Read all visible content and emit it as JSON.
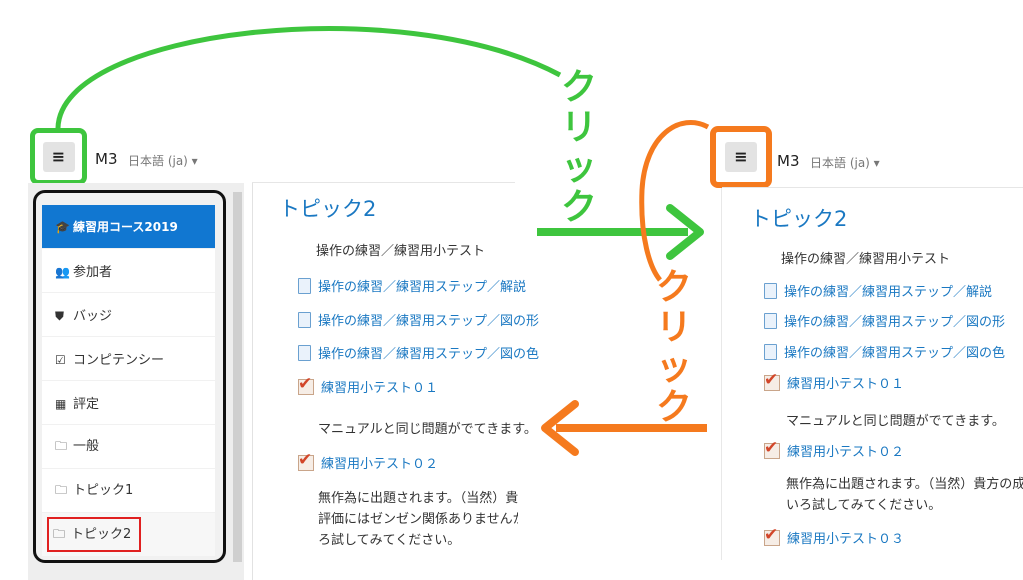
{
  "left": {
    "header": {
      "course_short": "M3",
      "language": "日本語 (ja) ▾"
    },
    "nav": [
      {
        "icon": "graduation-cap-icon",
        "glyph": "🎓",
        "label": "練習用コース2019",
        "active": true
      },
      {
        "icon": "users-icon",
        "glyph": "👥",
        "label": "参加者"
      },
      {
        "icon": "shield-icon",
        "glyph": "⛊",
        "label": "バッジ"
      },
      {
        "icon": "checkbox-icon",
        "glyph": "☑",
        "label": "コンピテンシー"
      },
      {
        "icon": "table-icon",
        "glyph": "▦",
        "label": "評定"
      },
      {
        "icon": "folder-icon",
        "glyph": "🗀",
        "label": "一般"
      },
      {
        "icon": "folder-icon",
        "glyph": "🗀",
        "label": "トピック1"
      },
      {
        "icon": "folder-icon",
        "glyph": "🗀",
        "label": "トピック2",
        "highlighted": true
      }
    ],
    "content": {
      "title": "トピック2",
      "intro": "操作の練習／練習用小テスト",
      "links": [
        "操作の練習／練習用ステップ／解説",
        "操作の練習／練習用ステップ／図の形",
        "操作の練習／練習用ステップ／図の色"
      ],
      "quiz1": "練習用小テスト０１",
      "quiz1_desc": "マニュアルと同じ問題がでてきます。",
      "quiz2": "練習用小テスト０２",
      "quiz2_desc": [
        "無作為に出題されます。（当然）貴方の",
        "評価にはゼンゼン関係ありませんから",
        "ろ試してみてください。"
      ]
    }
  },
  "right": {
    "header": {
      "course_short": "M3",
      "language": "日本語 (ja) ▾"
    },
    "content": {
      "title": "トピック2",
      "intro": "操作の練習／練習用小テスト",
      "links": [
        "操作の練習／練習用ステップ／解説",
        "操作の練習／練習用ステップ／図の形",
        "操作の練習／練習用ステップ／図の色"
      ],
      "quiz1": "練習用小テスト０１",
      "quiz1_desc": "マニュアルと同じ問題がでてきます。",
      "quiz2": "練習用小テスト０２",
      "quiz2_desc": [
        "無作為に出題されます。（当然）貴方の成績評価",
        "いろ試してみてください。"
      ],
      "quiz3": "練習用小テスト０３"
    }
  },
  "annotations": {
    "green_label": [
      "ク",
      "リ",
      "ッ",
      "ク"
    ],
    "orange_label": [
      "ク",
      "リ",
      "ッ",
      "ク"
    ],
    "colors": {
      "green": "#3ec53e",
      "orange": "#f57a1e",
      "red": "#e02020",
      "accent": "#1177d1"
    }
  }
}
